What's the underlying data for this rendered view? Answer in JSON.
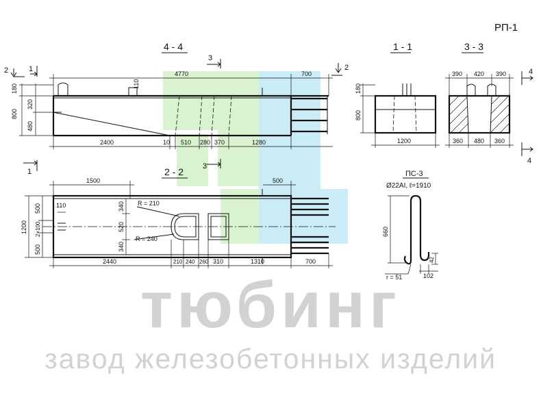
{
  "sheet_code": "РП-1",
  "watermark": {
    "title": "тюбинг",
    "subtitle": "завод железобетонных изделий",
    "colors": {
      "green": "#d9f2cf",
      "blue": "#c9ecf7",
      "grey": "#d2d2d2"
    }
  },
  "section_4_4": {
    "label": "4 - 4",
    "cut_marks": {
      "left_top": "2",
      "left_mid": "1",
      "left_bottom": "1",
      "top_3": "3",
      "bottom_3": "3",
      "right_2": "2"
    },
    "dims": {
      "total_top": "4770",
      "right_top": "700",
      "notch": "110",
      "h_total": "800",
      "h_top": "320",
      "h_bottom": "480",
      "h_180": "180",
      "bottom": [
        "2400",
        "10",
        "510",
        "280",
        "370",
        "1280"
      ]
    }
  },
  "section_1_1": {
    "label": "1 - 1",
    "dims": {
      "h180": "180",
      "h800": "800",
      "width": "1200"
    }
  },
  "section_3_3": {
    "label": "3 - 3",
    "marks": {
      "top": "4",
      "bottom": "4"
    },
    "dims": {
      "top": [
        "390",
        "420",
        "390"
      ],
      "bottom": [
        "360",
        "480",
        "360"
      ]
    }
  },
  "section_2_2": {
    "label": "2 - 2",
    "dims": {
      "top_1500": "1500",
      "top_500": "500",
      "d110": "110",
      "h1200": "1200",
      "h500a": "500",
      "h2x100": "2×100",
      "h500b": "500",
      "v340a": "340",
      "v520": "520",
      "v340b": "340",
      "r210": "R = 210",
      "r240": "R = 240",
      "bottom": [
        "2440",
        "210",
        "240",
        "260",
        "310",
        "1310",
        "700"
      ]
    }
  },
  "rebar_ps3": {
    "title": "ПС-3",
    "spec": "Ø22AI, ℓ=1910",
    "dims": {
      "h660": "660",
      "r": "r = 51",
      "w102": "102",
      "h2": "42"
    }
  }
}
